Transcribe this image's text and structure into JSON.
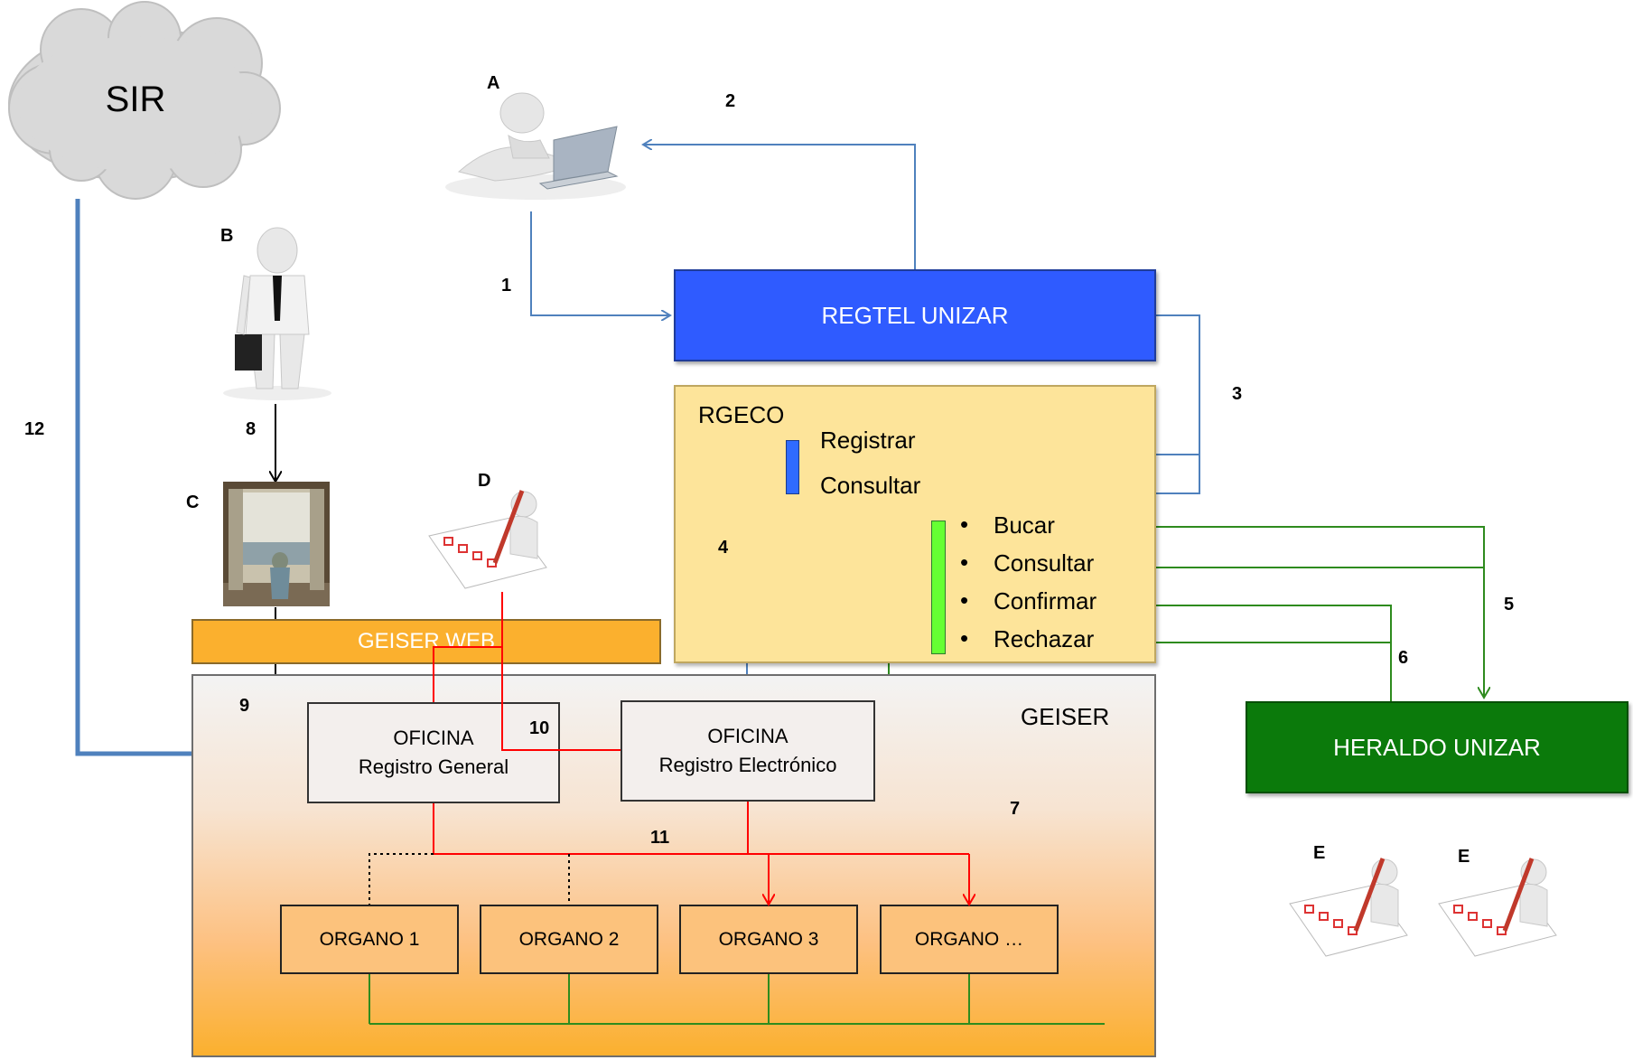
{
  "cloud": {
    "label": "SIR"
  },
  "numbers": {
    "n1": "1",
    "n2": "2",
    "n3": "3",
    "n4": "4",
    "n5": "5",
    "n6": "6",
    "n7": "7",
    "n8": "8",
    "n9": "9",
    "n10": "10",
    "n11": "11",
    "n12": "12"
  },
  "figures": {
    "a": "A",
    "b": "B",
    "c": "C",
    "d": "D",
    "e1": "E",
    "e2": "E"
  },
  "regtel": {
    "label": "REGTEL UNIZAR"
  },
  "rgeco": {
    "title": "RGECO",
    "actions_top": [
      "Registrar",
      "Consultar"
    ],
    "actions_bottom": [
      "Bucar",
      "Consultar",
      "Confirmar",
      "Rechazar"
    ],
    "bullet": "•"
  },
  "heraldo": {
    "label": "HERALDO UNIZAR"
  },
  "geiser_web": {
    "label": "GEISER WEB"
  },
  "geiser": {
    "title": "GEISER",
    "office_general": {
      "line1": "OFICINA",
      "line2": "Registro General"
    },
    "office_electronic": {
      "line1": "OFICINA",
      "line2": "Registro Electrónico"
    },
    "organos": [
      "ORGANO 1",
      "ORGANO 2",
      "ORGANO 3",
      "ORGANO …"
    ]
  },
  "colors": {
    "blue_line": "#4f81bd",
    "red_line": "#ff0000",
    "green_line": "#2e8b1e",
    "regtel_fill": "#2f5bff",
    "rgeco_fill": "#fde49a",
    "heraldo_fill": "#0b7a0b",
    "geiser_web_fill": "#fbb02e"
  }
}
